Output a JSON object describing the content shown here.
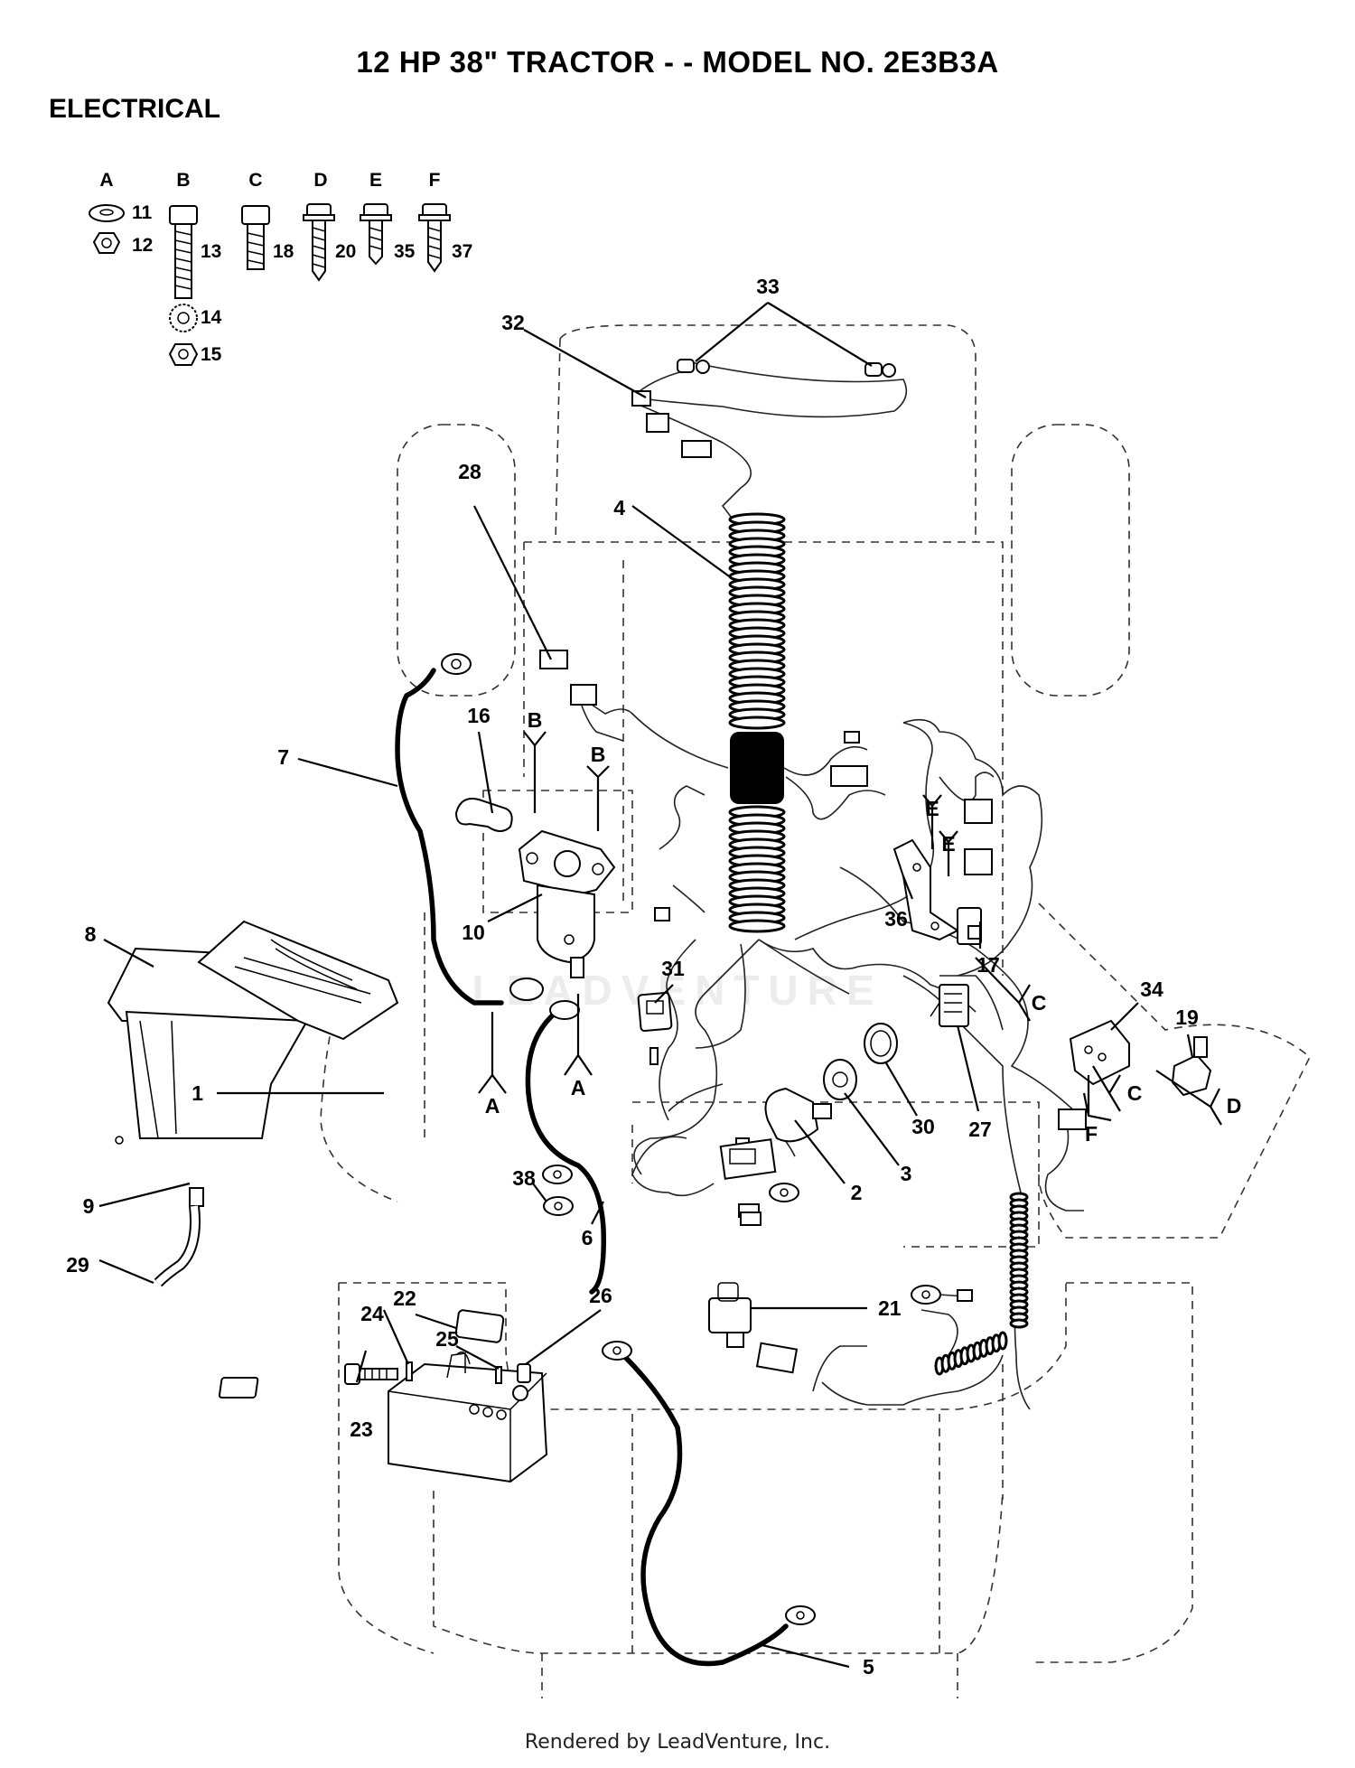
{
  "header": {
    "title": "12 HP 38\" TRACTOR - - MODEL NO.  2E3B3A",
    "section": "ELECTRICAL"
  },
  "hardware_key": [
    {
      "letter": "A",
      "items": [
        "11",
        "12"
      ]
    },
    {
      "letter": "B",
      "items": [
        "13",
        "14",
        "15"
      ]
    },
    {
      "letter": "C",
      "items": [
        "18"
      ]
    },
    {
      "letter": "D",
      "items": [
        "20"
      ]
    },
    {
      "letter": "E",
      "items": [
        "35"
      ]
    },
    {
      "letter": "F",
      "items": [
        "37"
      ]
    }
  ],
  "callouts": [
    "1",
    "2",
    "3",
    "4",
    "5",
    "6",
    "7",
    "8",
    "9",
    "10",
    "16",
    "17",
    "19",
    "21",
    "22",
    "23",
    "24",
    "25",
    "26",
    "27",
    "28",
    "29",
    "30",
    "31",
    "32",
    "33",
    "34",
    "36",
    "38"
  ],
  "hardware_refs": {
    "ref_a1": "A",
    "ref_a2": "A",
    "ref_b1": "B",
    "ref_b2": "B",
    "ref_c1": "C",
    "ref_c2": "C",
    "ref_d": "D",
    "ref_e1": "E",
    "ref_e2": "E",
    "ref_f": "F"
  },
  "footer": "Rendered by LeadVenture, Inc.",
  "watermark": "LEADVENTURE",
  "colors": {
    "line": "#000000",
    "outline": "#333333",
    "background": "#ffffff"
  }
}
